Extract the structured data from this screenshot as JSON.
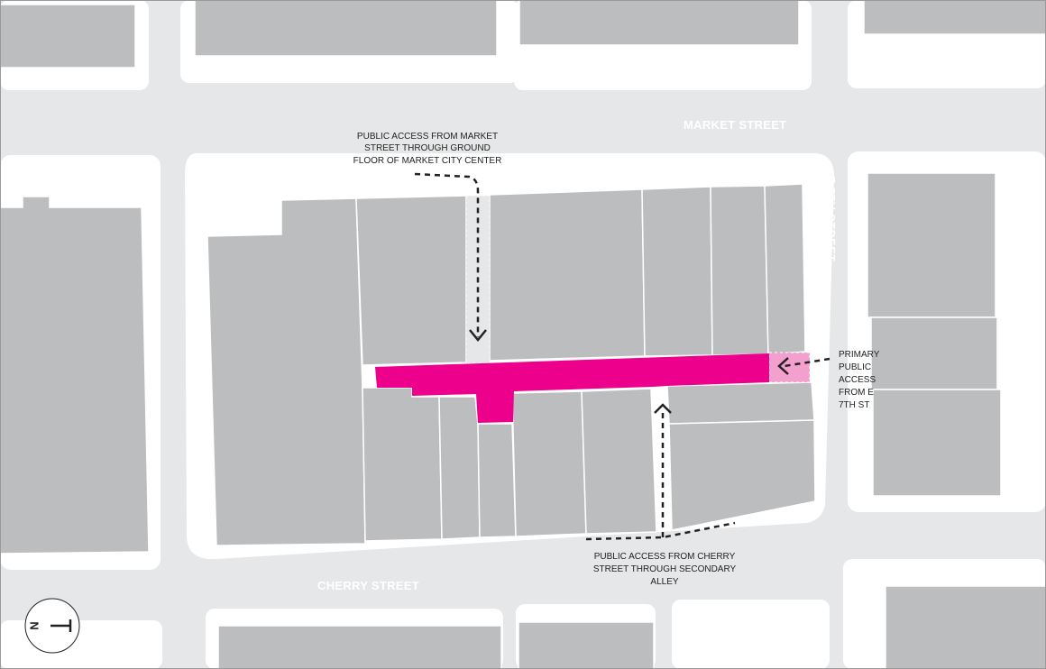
{
  "map": {
    "streets": {
      "market": "MARKET STREET",
      "cherry": "CHERRY STREET",
      "e7th": "E 7TH STREET"
    },
    "annotations": {
      "market_access": [
        "PUBLIC ACCESS FROM MARKET",
        "STREET THROUGH GROUND",
        "FLOOR OF  MARKET CITY CENTER"
      ],
      "primary_access": [
        "PRIMARY",
        "PUBLIC",
        "ACCESS",
        "FROM E",
        "7TH ST"
      ],
      "cherry_access": [
        "PUBLIC ACCESS FROM CHERRY",
        "STREET THROUGH SECONDARY",
        "ALLEY"
      ]
    },
    "north_arrow_label": "N",
    "colors": {
      "street": "#e6e7e8",
      "building": "#bcbdbf",
      "sidewalk": "#ffffff",
      "highlight": "#ec008c",
      "highlight_light": "#f4a0cf",
      "arrow": "#222222"
    }
  }
}
